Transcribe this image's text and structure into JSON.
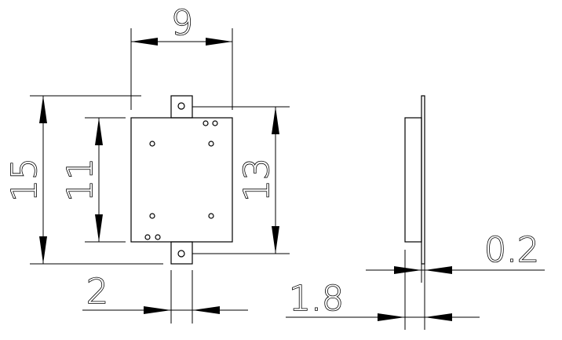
{
  "dimensions": {
    "top_width": "9",
    "overall_height": "15",
    "inner_height_left": "11",
    "inner_height_right": "13",
    "tab_width": "2",
    "side_thickness": "1.8",
    "lead_thickness": "0.2"
  }
}
